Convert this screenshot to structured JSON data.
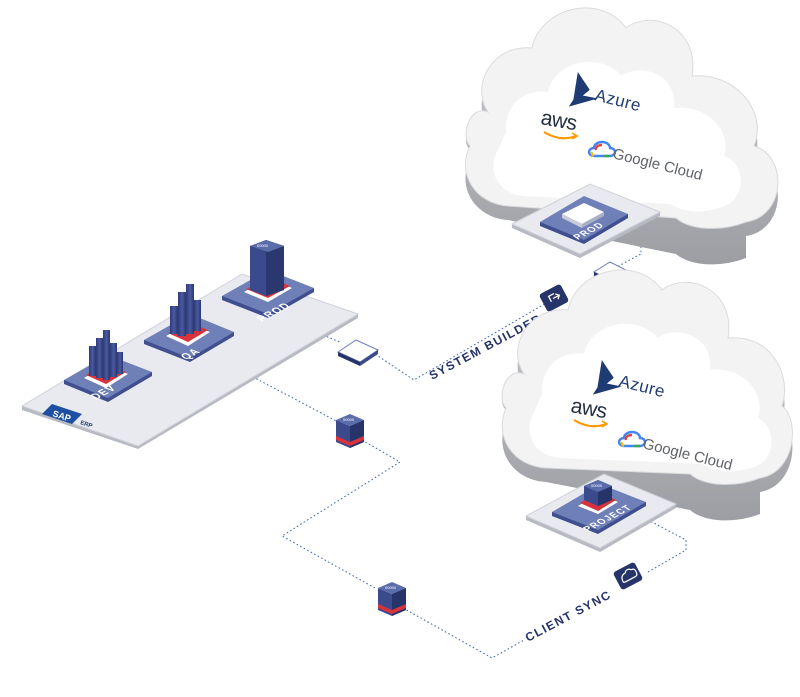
{
  "landscape": {
    "sap_logo": "SAP",
    "erp_label": "ERP",
    "systems": [
      {
        "label": "DEV"
      },
      {
        "label": "QA"
      },
      {
        "label": "PROD"
      }
    ]
  },
  "cloud_top": {
    "providers": {
      "azure": "Azure",
      "aws": "aws",
      "google": "Google Cloud"
    },
    "system_label": "PROD"
  },
  "cloud_bottom": {
    "providers": {
      "azure": "Azure",
      "aws": "aws",
      "google": "Google Cloud"
    },
    "system_label": "PROJECT"
  },
  "flows": {
    "system_builder": "SYSTEM BUILDER",
    "client_sync": "CLIENT SYNC"
  },
  "colors": {
    "navy": "#27346a",
    "platform": "#e9eaef",
    "pad": "#6f80b8",
    "bar": "#3b4a8c",
    "red": "#d8333c",
    "dotted_line": "#4d6fb3"
  },
  "icons": [
    "system-builder-icon",
    "client-sync-icon",
    "sap-erp-logo",
    "azure-logo",
    "aws-logo",
    "google-cloud-logo"
  ]
}
